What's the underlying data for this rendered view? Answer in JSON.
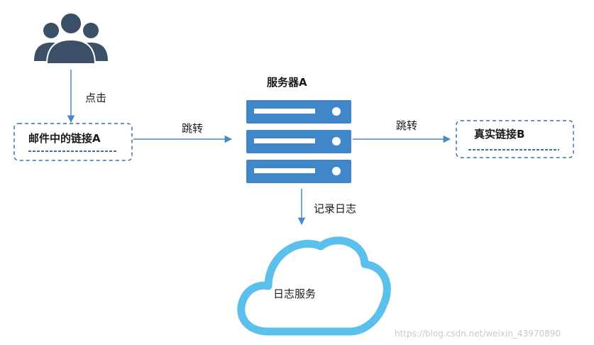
{
  "nodes": {
    "users": {
      "icon": "users-group-icon",
      "color": "#3b4f66"
    },
    "email_link": {
      "label": "邮件中的链接A"
    },
    "server": {
      "label": "服务器A",
      "icon": "server-icon",
      "color": "#3f87c9"
    },
    "real_link": {
      "label": "真实链接B"
    },
    "log_service": {
      "label": "日志服务",
      "icon": "cloud-icon",
      "color": "#5bc0eb"
    }
  },
  "edges": {
    "click": {
      "label": "点击"
    },
    "redirect_to_server": {
      "label": "跳转"
    },
    "redirect_to_real": {
      "label": "跳转"
    },
    "record_log": {
      "label": "记录日志"
    }
  },
  "colors": {
    "arrow": "#4a89c8",
    "dashed_border": "#3f6fb0"
  },
  "watermark": "https://blog.csdn.net/weixin_43970890"
}
